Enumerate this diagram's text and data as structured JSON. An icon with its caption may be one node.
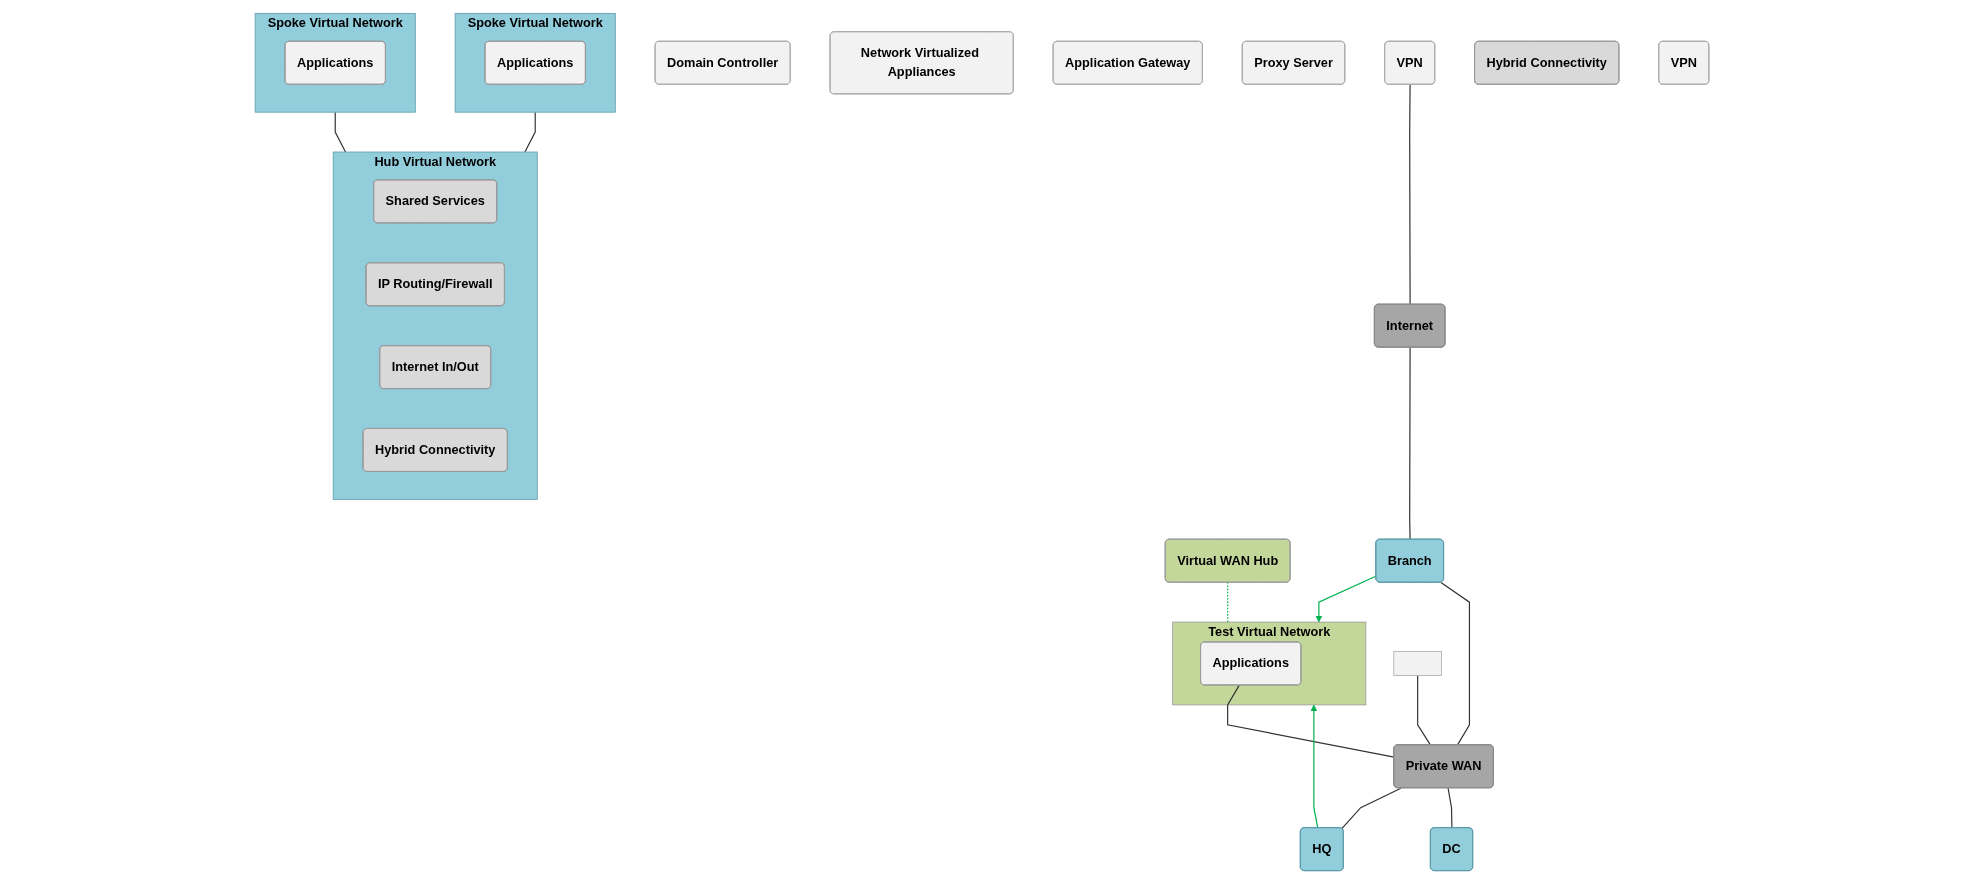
{
  "diagram": {
    "nodes": [
      {
        "text": [
          "Spoke Virtual Network"
        ]
      },
      {
        "text": [
          "Applications"
        ],
        "in": 0
      },
      {
        "text": [
          "Spoke Virtual Network"
        ]
      },
      {
        "text": [
          "Applications"
        ],
        "in": 2
      },
      {
        "text": [
          "Hub Virtual Network"
        ]
      },
      {
        "text": [
          "Shared Services"
        ],
        "in": 4
      },
      {
        "text": [
          "Domain Controller"
        ]
      },
      {
        "text": [
          "IP Routing/Firewall"
        ],
        "in": 4
      },
      {
        "text": [
          "Network Virtualized Appliances"
        ]
      },
      {
        "text": [
          "Internet In/Out"
        ],
        "in": 4
      },
      {
        "text": [
          "Application Gateway"
        ]
      },
      {
        "text": [
          "Proxy Server"
        ]
      },
      {
        "text": [
          "Hybrid Connectivity"
        ],
        "in": 4
      },
      {
        "text": [
          "VPN"
        ]
      },
      {
        "text": [],
        "shape": "box"
      },
      {
        "text": [
          "Virtual WAN Hub"
        ]
      },
      {
        "text": [
          "Hybrid Connectivity"
        ]
      },
      {
        "text": [
          "VPN"
        ]
      },
      {
        "text": [
          "Test Virtual Network"
        ]
      },
      {
        "text": [
          "Applications"
        ],
        "in": 18
      },
      {
        "text": [
          "Internet"
        ]
      },
      {
        "text": [
          "Private WAN"
        ]
      },
      {
        "text": [
          "Branch"
        ]
      },
      {
        "text": [
          "HQ"
        ]
      },
      {
        "text": [
          "DC"
        ]
      }
    ],
    "edges": [
      {
        "from": 0,
        "to": 4,
        "arrow": "none"
      },
      {
        "from": 2,
        "to": 4,
        "arrow": "none"
      },
      {
        "from": 15,
        "to": 18,
        "arrow": "none",
        "style": "dashed",
        "color": "#00b050"
      },
      {
        "from": 13,
        "to": 20,
        "arrow": "none"
      },
      {
        "from": 14,
        "to": 21,
        "arrow": "none"
      },
      {
        "from": 20,
        "to": 22,
        "arrow": "none"
      },
      {
        "from": 21,
        "to": 22,
        "arrow": "none"
      },
      {
        "from": 21,
        "to": 23,
        "arrow": "none"
      },
      {
        "from": 21,
        "to": 24,
        "arrow": "none"
      },
      {
        "from": 19,
        "to": 21,
        "arrow": "none"
      },
      {
        "from": 23,
        "to": 18,
        "arrow": "to",
        "color": "#00b050"
      },
      {
        "from": 22,
        "to": 18,
        "arrow": "to",
        "color": "#00b050"
      }
    ]
  }
}
